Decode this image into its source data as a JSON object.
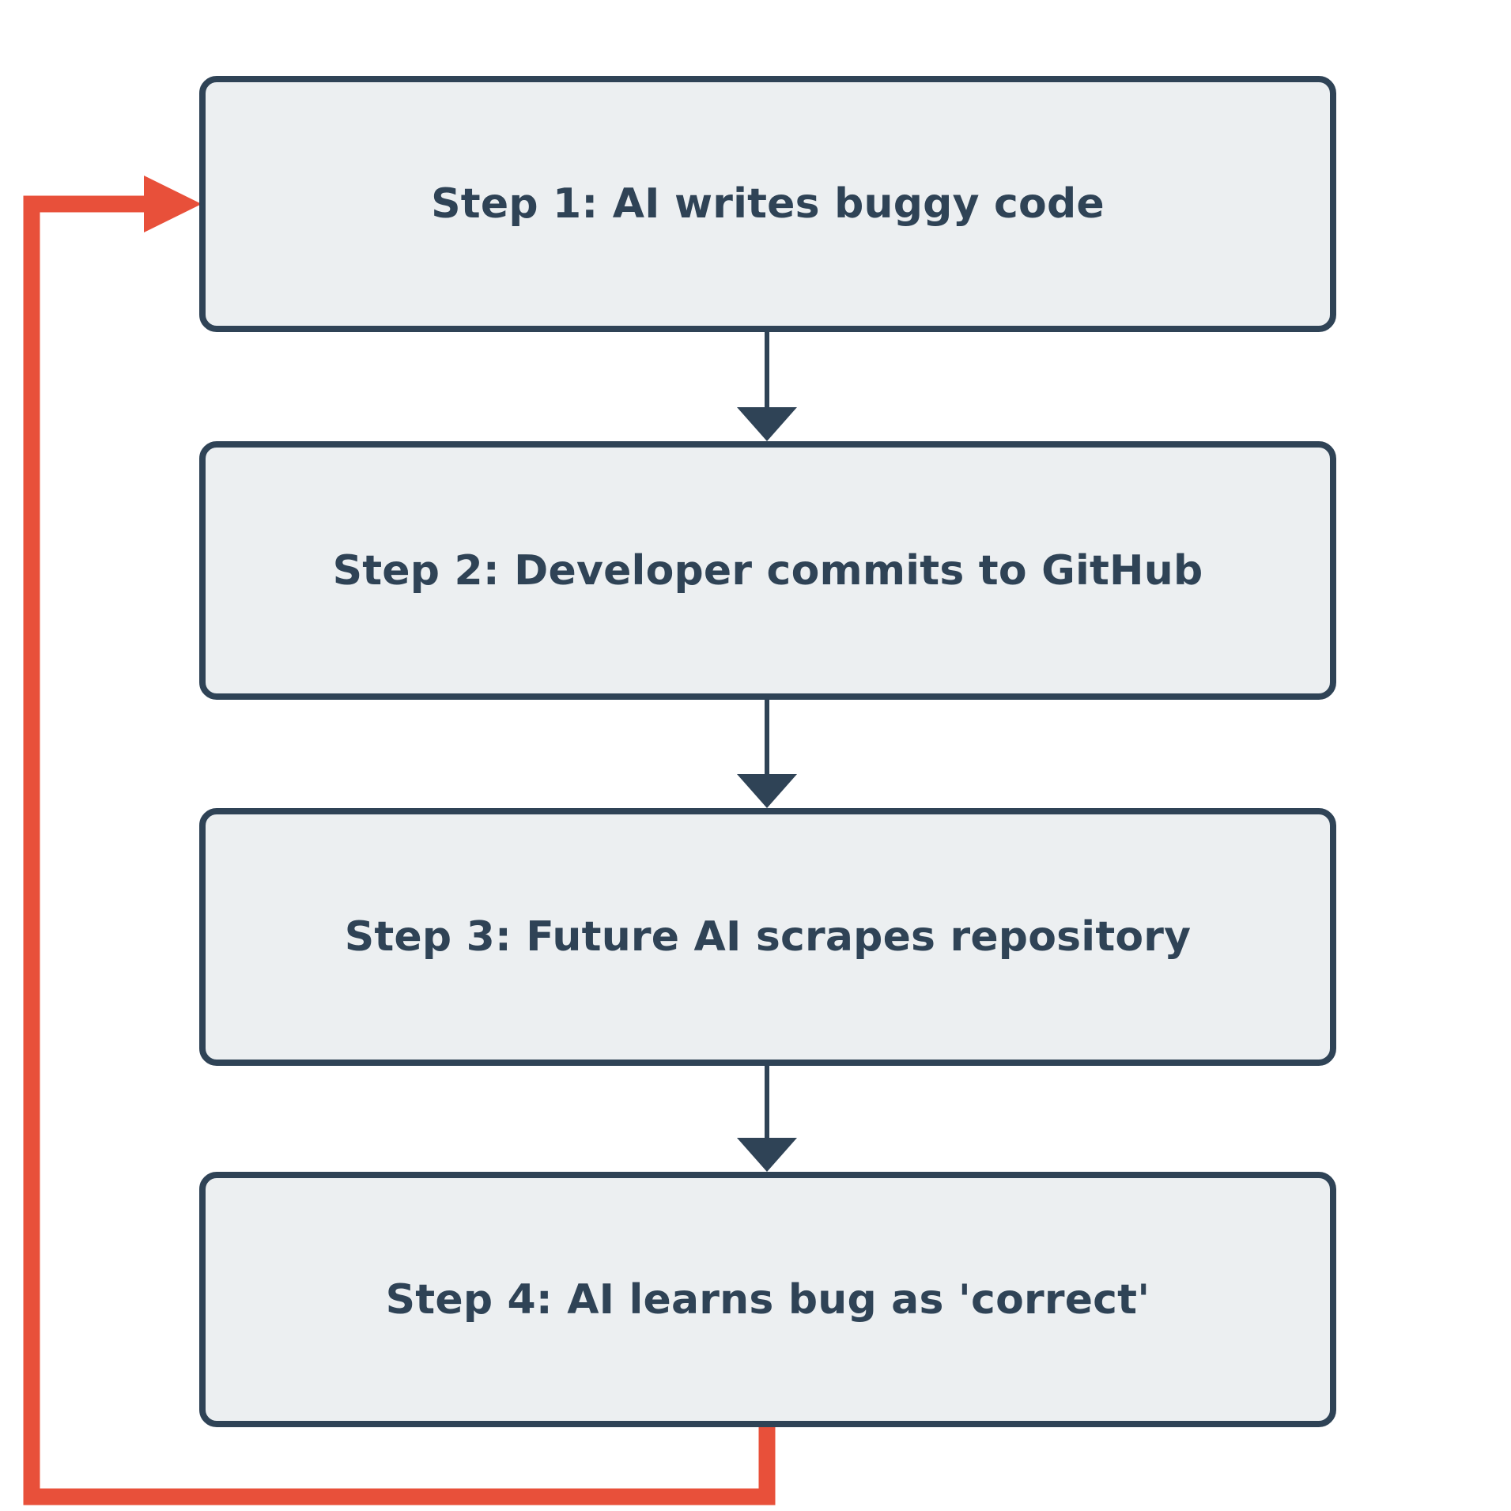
{
  "diagram": {
    "type": "flowchart",
    "orientation": "top-to-bottom",
    "background_color": "#FFFFFF",
    "node_fill_color": "#ECEFF1",
    "node_border_color": "#2F4356",
    "node_text_color": "#2F4356",
    "edge_color": "#2F4356",
    "loop_edge_color": "#E8503A",
    "nodes": [
      {
        "id": "step1",
        "label": "Step 1: AI writes buggy code"
      },
      {
        "id": "step2",
        "label": "Step 2: Developer commits to GitHub"
      },
      {
        "id": "step3",
        "label": "Step 3: Future AI scrapes repository"
      },
      {
        "id": "step4",
        "label": "Step 4: AI learns bug as 'correct'"
      }
    ],
    "edges": [
      {
        "from": "step1",
        "to": "step2",
        "label": "",
        "style": "solid-arrow",
        "color": "#2F4356"
      },
      {
        "from": "step2",
        "to": "step3",
        "label": "",
        "style": "solid-arrow",
        "color": "#2F4356"
      },
      {
        "from": "step3",
        "to": "step4",
        "label": "",
        "style": "solid-arrow",
        "color": "#2F4356"
      },
      {
        "from": "step4",
        "to": "step1",
        "label": "",
        "style": "feedback-loop-arrow",
        "color": "#E8503A"
      }
    ]
  }
}
